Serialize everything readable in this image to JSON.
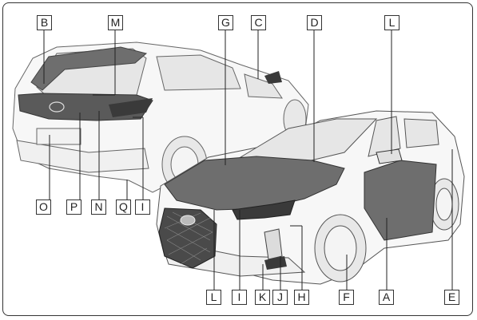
{
  "labels": {
    "B": "B",
    "M": "M",
    "G": "G",
    "C": "C",
    "D": "D",
    "L_top": "L",
    "O_left": "O",
    "P": "P",
    "N": "N",
    "Q": "Q",
    "I_mid": "I",
    "L_bottom": "L",
    "I_bottom": "I",
    "K": "K",
    "J": "J",
    "H": "H",
    "F": "F",
    "A": "A",
    "E": "E"
  },
  "colors": {
    "outline": "#333333",
    "highlight": "#6e6e6e",
    "dark": "#3a3a3a",
    "body_light": "#f7f7f7",
    "window": "#e6e6e6"
  }
}
